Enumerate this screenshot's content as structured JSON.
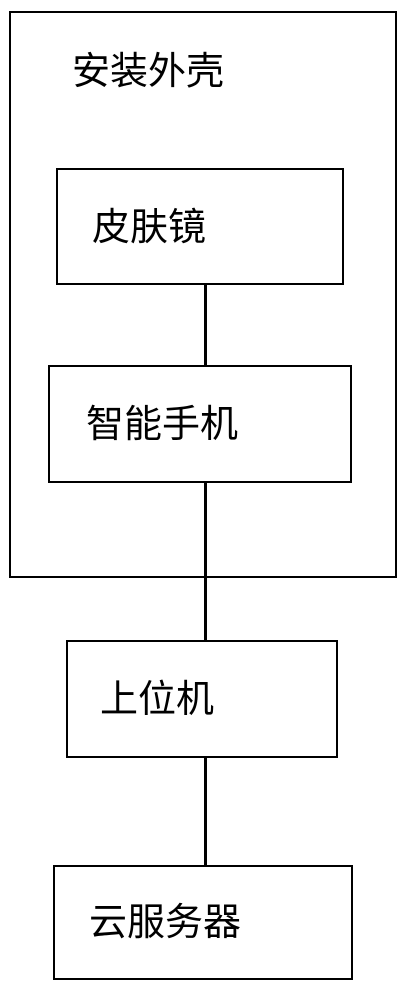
{
  "diagram": {
    "housing": {
      "label": "安装外壳"
    },
    "dermatoscope": {
      "label": "皮肤镜"
    },
    "smartphone": {
      "label": "智能手机"
    },
    "host_computer": {
      "label": "上位机"
    },
    "cloud_server": {
      "label": "云服务器"
    }
  }
}
